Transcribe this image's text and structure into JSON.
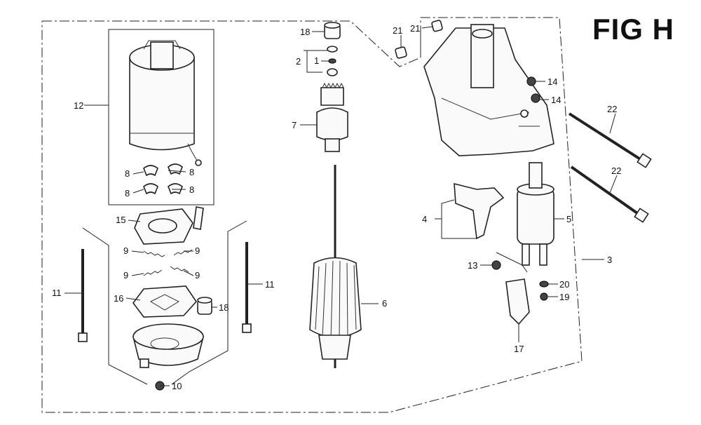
{
  "title": "FIG H",
  "callouts": {
    "c1": "1",
    "c2": "2",
    "c3": "3",
    "c4": "4",
    "c5": "5",
    "c6": "6",
    "c7": "7",
    "c8a": "8",
    "c8b": "8",
    "c8c": "8",
    "c8d": "8",
    "c9a": "9",
    "c9b": "9",
    "c9c": "9",
    "c9d": "9",
    "c10": "10",
    "c11a": "11",
    "c11b": "11",
    "c12": "12",
    "c13": "13",
    "c14a": "14",
    "c14b": "14",
    "c15": "15",
    "c16": "16",
    "c17": "17",
    "c18a": "18",
    "c18b": "18",
    "c19": "19",
    "c20": "20",
    "c21a": "21",
    "c21b": "21",
    "c22a": "22",
    "c22b": "22"
  }
}
